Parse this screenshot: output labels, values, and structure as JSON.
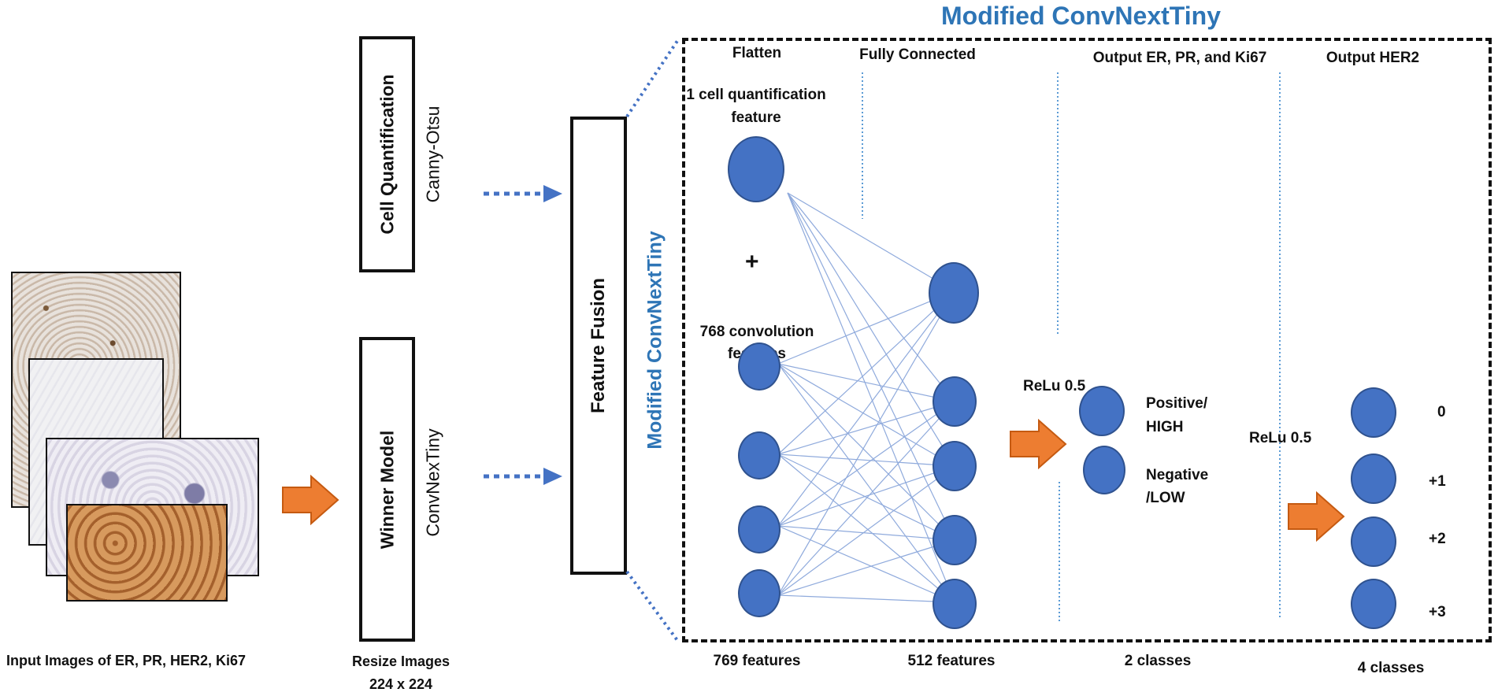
{
  "title": "Modified ConvNextTiny",
  "input": {
    "caption": "Input Images of ER, PR, HER2, Ki67"
  },
  "resize": {
    "line1": "Resize Images",
    "line2": "224 x 224"
  },
  "cell_box": {
    "title": "Cell Quantification",
    "subtitle": "Canny-Otsu"
  },
  "winner_box": {
    "title": "Winner Model",
    "subtitle": "ConvNexTiny"
  },
  "fusion_box": {
    "title": "Feature Fusion"
  },
  "side_label": "Modified ConvNextTiny",
  "columns": {
    "flatten": "Flatten",
    "fc": "Fully Connected",
    "out1": "Output ER, PR, and Ki67",
    "out2": "Output HER2"
  },
  "flatten": {
    "cell_feature_line1": "1 cell quantification",
    "cell_feature_line2": "feature",
    "plus": "+",
    "conv_line1": "768 convolution",
    "conv_line2": "features"
  },
  "relu1": "ReLu 0.5",
  "relu2": "ReLu 0.5",
  "out1_labels": {
    "positive_line1": "Positive/",
    "positive_line2": "HIGH",
    "negative_line1": "Negative",
    "negative_line2": "/LOW"
  },
  "out2_labels": [
    "0",
    "+1",
    "+2",
    "+3"
  ],
  "footer": {
    "f769": "769 features",
    "f512": "512 features",
    "c2": "2 classes",
    "c4": "4 classes"
  },
  "colors": {
    "node": "#4472C4",
    "arrow": "#ED7D31",
    "title": "#2E75B6",
    "connection": "#8FAADC"
  }
}
